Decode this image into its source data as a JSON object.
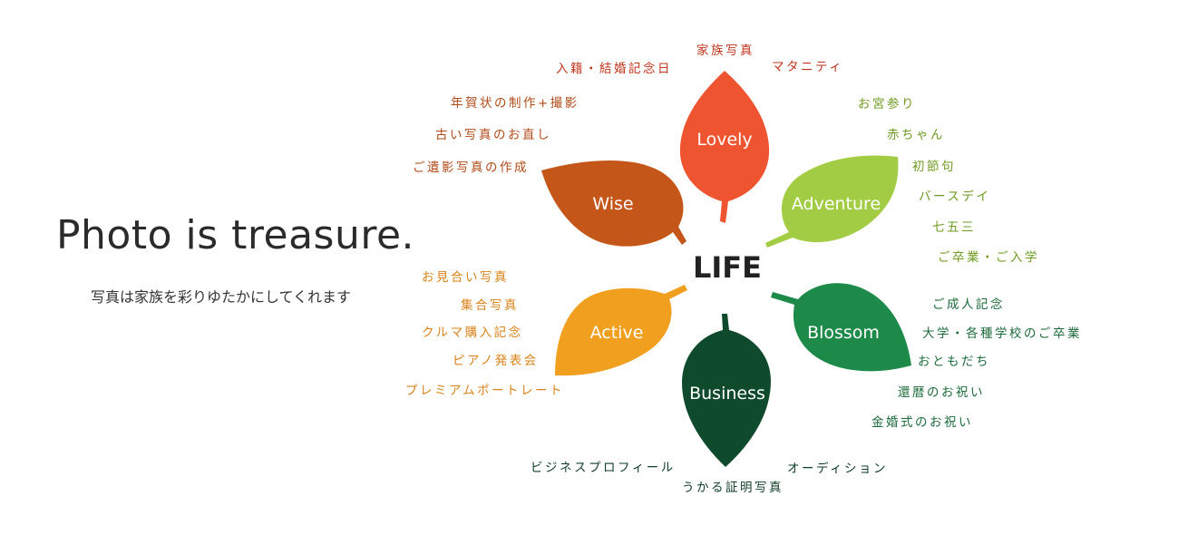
{
  "headline": "Photo is treasure.",
  "subline": "写真は家族を彩りゆたかにしてくれます",
  "center": "LIFE",
  "leaves": [
    {
      "id": "lovely",
      "label": "Lovely",
      "color": "#ef5430",
      "items": [
        "家族写真",
        "入籍・結婚記念日",
        "マタニティ"
      ]
    },
    {
      "id": "adventure",
      "label": "Adventure",
      "color": "#a3cc45",
      "items": [
        "お宮参り",
        "赤ちゃん",
        "初節句",
        "バースデイ",
        "七五三",
        "ご卒業・ご入学"
      ]
    },
    {
      "id": "blossom",
      "label": "Blossom",
      "color": "#1e8a4a",
      "items": [
        "ご成人記念",
        "大学・各種学校のご卒業",
        "おともだち",
        "還暦のお祝い",
        "金婚式のお祝い"
      ]
    },
    {
      "id": "business",
      "label": "Business",
      "color": "#0f4a2c",
      "items": [
        "ビジネスプロフィール",
        "うかる証明写真",
        "オーディション"
      ]
    },
    {
      "id": "active",
      "label": "Active",
      "color": "#f0a01e",
      "items": [
        "お見合い写真",
        "集合写真",
        "クルマ購入記念",
        "ピアノ発表会",
        "プレミアムポートレート"
      ]
    },
    {
      "id": "wise",
      "label": "Wise",
      "color": "#c4561a",
      "items": [
        "年賀状の制作+撮影",
        "古い写真のお直し",
        "ご遺影写真の作成"
      ]
    }
  ],
  "text_colors": {
    "lovely": "#c0341c",
    "adventure": "#6e9a22",
    "blossom": "#1c6a3a",
    "business": "#0f3d25",
    "active": "#d9821a",
    "wise": "#b04a18"
  }
}
